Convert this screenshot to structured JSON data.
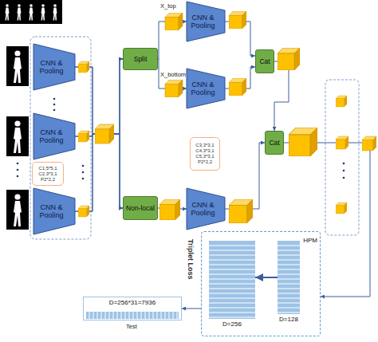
{
  "diagram": {
    "nodes": [
      {
        "text": [
          "CNN & Pooling"
        ]
      },
      {
        "text": [
          "CNN & Pooling"
        ]
      },
      {
        "text": [
          "C1,5*5,1",
          "C2,3*3,1",
          "P2*2,2"
        ]
      },
      {
        "text": [
          "CNN & Pooling"
        ]
      },
      {
        "text": [
          "Split"
        ]
      },
      {
        "text": [
          "CNN & Pooling"
        ]
      },
      {
        "text": [
          "CNN & Pooling"
        ]
      },
      {
        "text": [
          "Cat"
        ]
      },
      {
        "text": [
          "C3,3*3,1",
          "C4,3*3,1",
          "C5,3*3,1",
          "P2*2,2"
        ]
      },
      {
        "text": [
          "Non-local"
        ]
      },
      {
        "text": [
          "CNN & Pooling"
        ]
      },
      {
        "text": [
          "Cat"
        ]
      },
      {
        "text": [
          "HPM"
        ]
      },
      {
        "text": [
          "D=256"
        ],
        "in": 12
      },
      {
        "text": [
          "D=128"
        ],
        "in": 12
      },
      {
        "text": [
          "D=256*31=7936"
        ]
      }
    ],
    "edges": [
      {
        "from": 0,
        "to": 4,
        "arrow": "to"
      },
      {
        "from": 1,
        "to": 4,
        "arrow": "to"
      },
      {
        "from": 3,
        "to": 4,
        "arrow": "to"
      },
      {
        "from": 0,
        "to": 9,
        "arrow": "to"
      },
      {
        "from": 1,
        "to": 9,
        "arrow": "to"
      },
      {
        "from": 3,
        "to": 9,
        "arrow": "to"
      },
      {
        "from": 4,
        "to": 5,
        "arrow": "to"
      },
      {
        "from": 4,
        "to": 6,
        "arrow": "to"
      },
      {
        "from": 5,
        "to": 7,
        "arrow": "to"
      },
      {
        "from": 6,
        "to": 7,
        "arrow": "to"
      },
      {
        "from": 9,
        "to": 10,
        "arrow": "to"
      },
      {
        "from": 7,
        "to": 11,
        "arrow": "to"
      },
      {
        "from": 10,
        "to": 11,
        "arrow": "to"
      },
      {
        "from": 11,
        "to": 12,
        "arrow": "to"
      },
      {
        "from": 12,
        "to": 15,
        "label": "Test",
        "arrow": "to"
      },
      {
        "from": 14,
        "to": 13,
        "arrow": "to"
      }
    ],
    "labels": [
      "X_top",
      "X_bottom",
      "Triplet Loss"
    ]
  }
}
